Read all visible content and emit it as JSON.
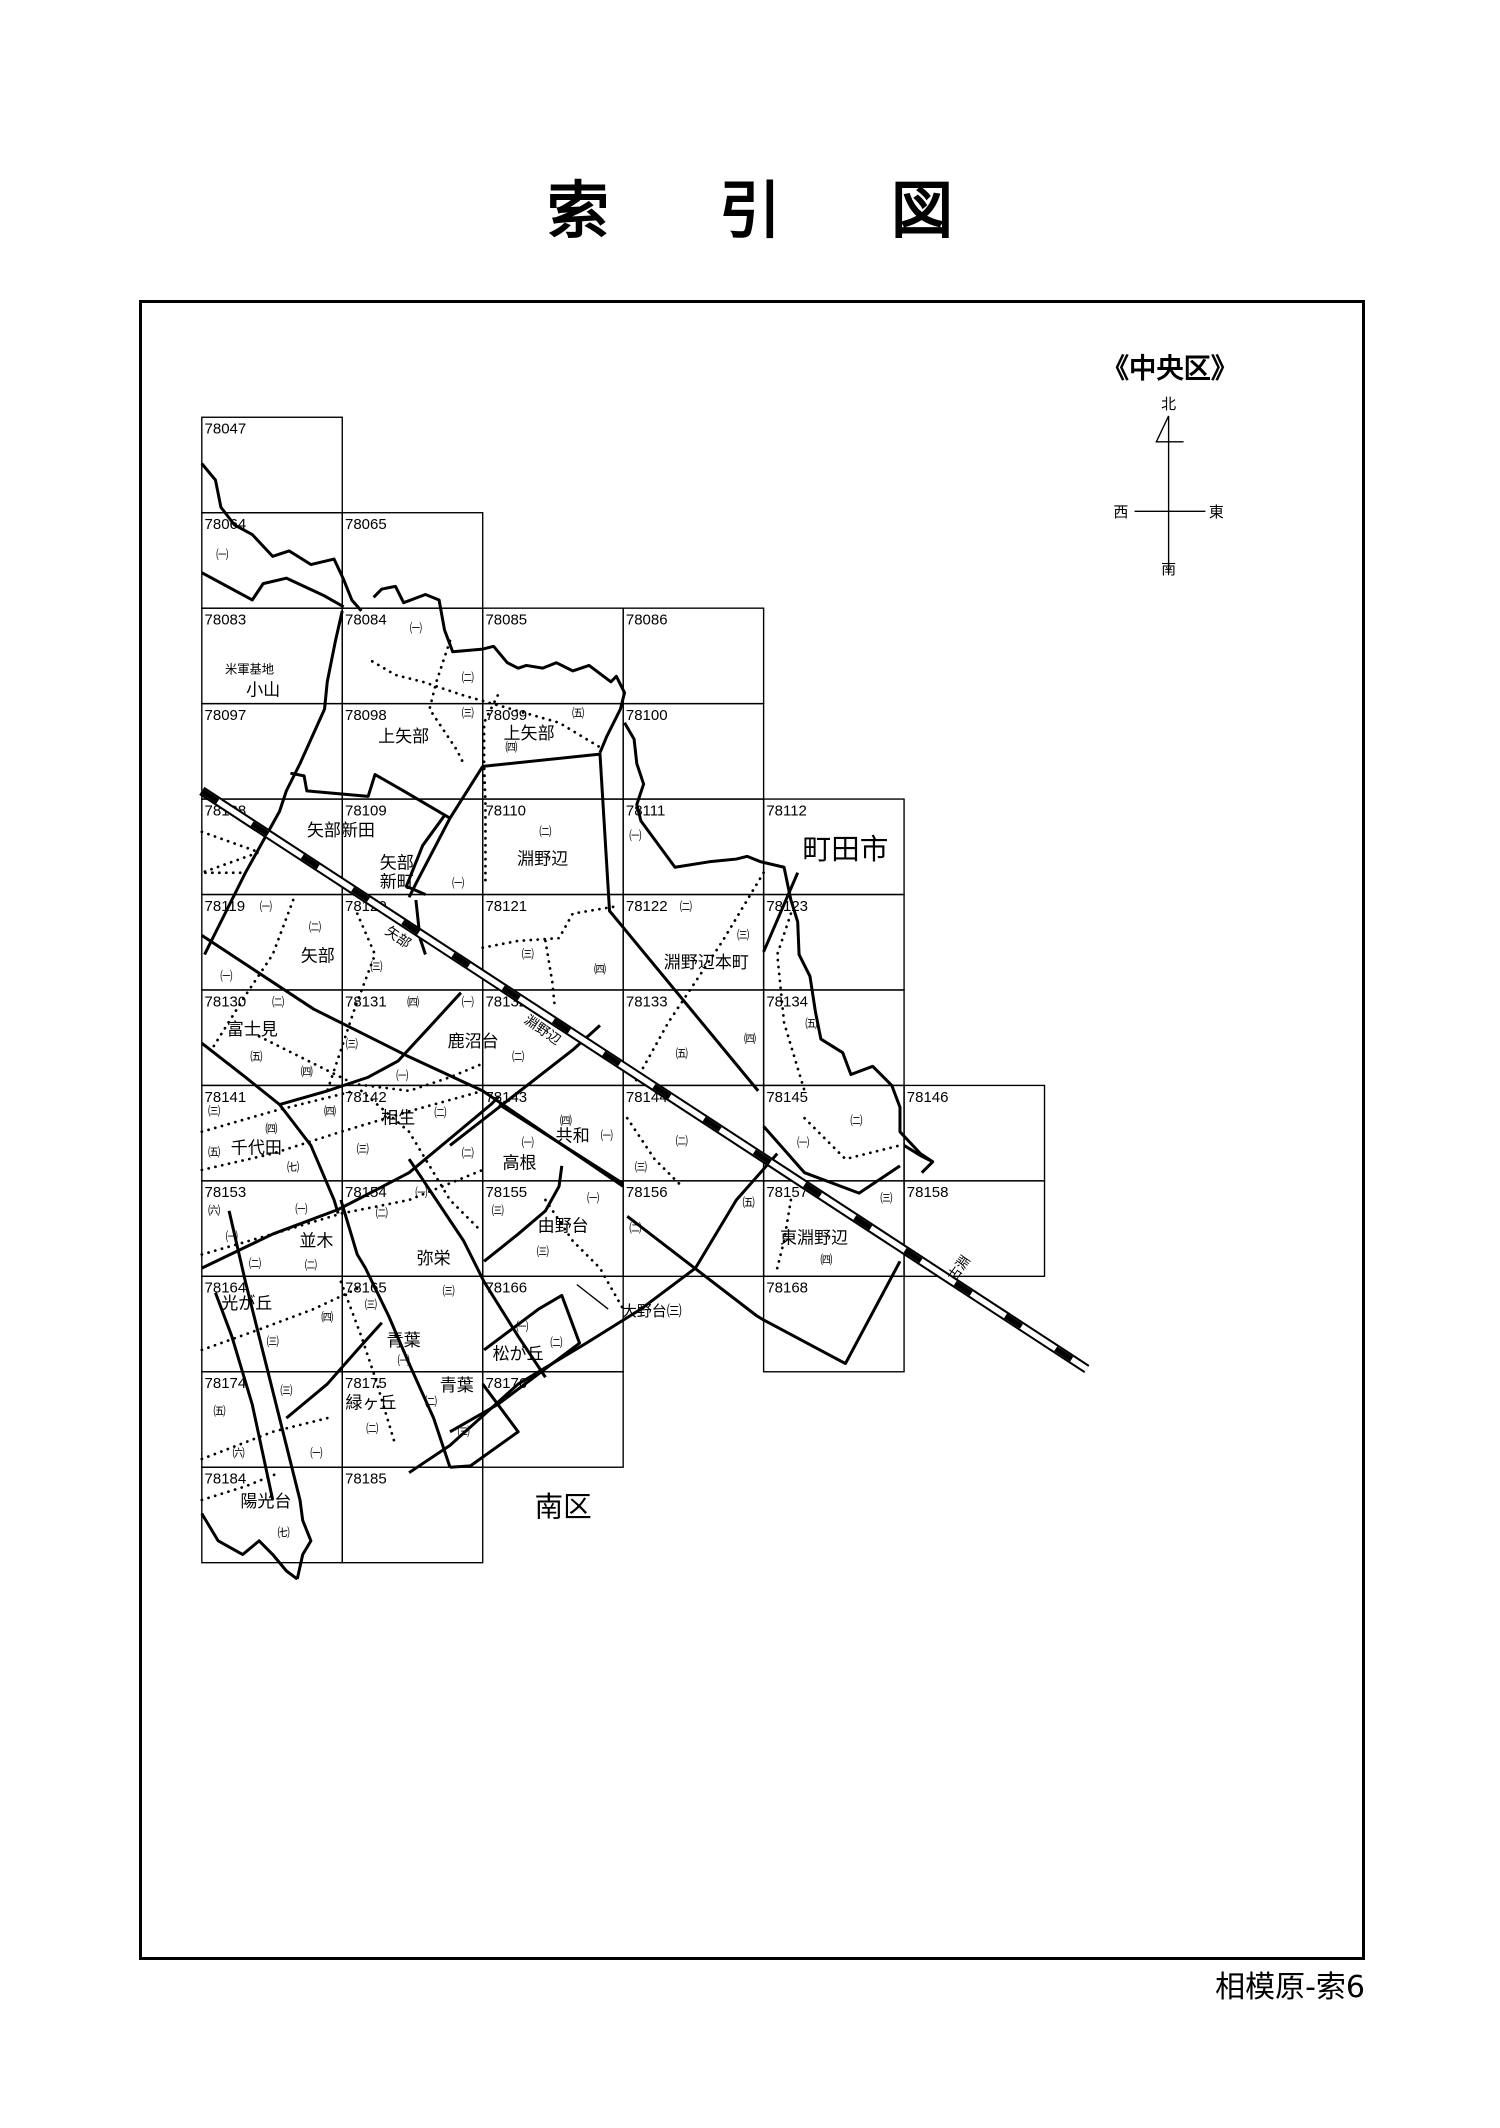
{
  "title": "索引図",
  "ward_label": "《中央区》",
  "compass": {
    "north": "北",
    "south": "南",
    "east": "東",
    "west": "西"
  },
  "neighbors": {
    "machida": "町田市",
    "minami": "南区"
  },
  "footer": "相模原-索6",
  "cells": [
    "78047",
    "78064",
    "78065",
    "78083",
    "78084",
    "78085",
    "78086",
    "78097",
    "78098",
    "78099",
    "78100",
    "78108",
    "78109",
    "78110",
    "78111",
    "78112",
    "78119",
    "78120",
    "78121",
    "78122",
    "78123",
    "78130",
    "78131",
    "78132",
    "78133",
    "78134",
    "78141",
    "78142",
    "78143",
    "78144",
    "78145",
    "78146",
    "78153",
    "78154",
    "78155",
    "78156",
    "78157",
    "78158",
    "78164",
    "78165",
    "78166",
    "78168",
    "78174",
    "78175",
    "78176",
    "78184",
    "78185"
  ],
  "places": [
    "米軍基地",
    "小山",
    "上矢部",
    "上矢部",
    "矢部新田",
    "矢部",
    "新町",
    "淵野辺",
    "矢部",
    "淵野辺本町",
    "富士見",
    "鹿沼台",
    "相生",
    "共和",
    "千代田",
    "高根",
    "並木",
    "由野台",
    "弥栄",
    "東淵野辺",
    "光が丘",
    "大野台㈢",
    "青葉",
    "松が丘",
    "緑ヶ丘",
    "青葉",
    "陽光台"
  ],
  "stations": [
    "矢部",
    "淵野辺",
    "古淵"
  ],
  "marks": [
    "㈠",
    "㈠",
    "㈡",
    "㈢",
    "㈤",
    "㈣",
    "㈡",
    "㈠",
    "㈠",
    "㈠",
    "㈡",
    "㈠",
    "㈢",
    "㈢",
    "㈣",
    "㈡",
    "㈢",
    "㈡",
    "㈤",
    "㈣",
    "㈣",
    "㈢",
    "㈠",
    "㈠",
    "㈡",
    "㈤",
    "㈣",
    "㈤",
    "㈢",
    "㈣",
    "㈣",
    "㈤",
    "㈦",
    "㈡",
    "㈢",
    "㈡",
    "㈠",
    "㈣",
    "㈠",
    "㈡",
    "㈢",
    "㈡",
    "㈠",
    "㈥",
    "㈠",
    "㈠",
    "㈡",
    "㈡",
    "㈠",
    "㈡",
    "㈢",
    "㈠",
    "㈢",
    "㈤",
    "㈡",
    "㈢",
    "㈣",
    "㈢",
    "㈣",
    "㈢",
    "㈢",
    "㈠",
    "㈠",
    "㈡",
    "㈢",
    "㈤",
    "㈥",
    "㈠",
    "㈡",
    "㈡",
    "㈢",
    "㈦"
  ]
}
